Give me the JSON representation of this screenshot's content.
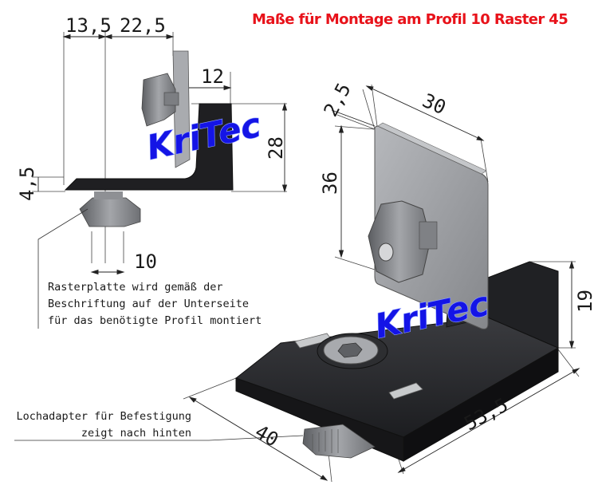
{
  "title": "Maße für Montage am Profil 10 Raster 45",
  "brand": "KriTec",
  "colors": {
    "title": "#e8121a",
    "brand": "#1414e6",
    "part_dark": "#1f1f22",
    "plate_grey": "#9c9ea2",
    "nut_grey": "#8b8d91",
    "line": "#1a1a1a"
  },
  "side_view_dims": {
    "top_left": "13,5",
    "top_right": "22,5",
    "nut": "12",
    "height": "28",
    "thickness": "4,5",
    "bottom": "10"
  },
  "iso_view_dims": {
    "plate_thickness": "2,5",
    "plate_width": "30",
    "plate_height": "36",
    "base_height": "19",
    "length": "53,5",
    "width": "40"
  },
  "note_raster": {
    "lines": [
      "Rasterplatte wird gemäß der",
      "Beschriftung auf der Unterseite",
      "für das benötigte Profil montiert"
    ]
  },
  "note_adapter": {
    "lines": [
      "Lochadapter für Befestigung",
      "zeigt nach hinten"
    ]
  },
  "icons": {
    "screw": "hex-socket-screw-icon"
  }
}
